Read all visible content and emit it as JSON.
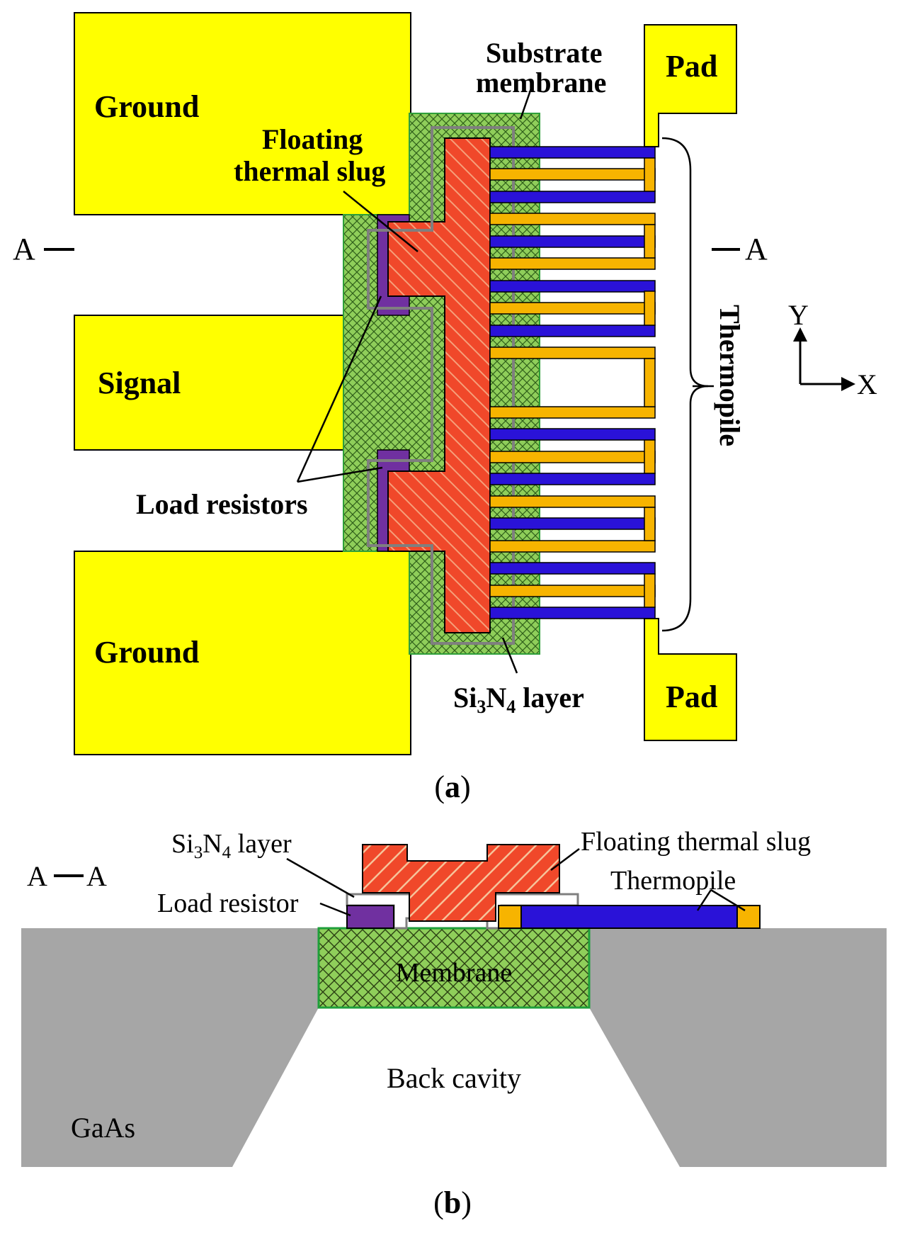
{
  "colors": {
    "pad_yellow": "#ffff00",
    "membrane_green": "#8fce5a",
    "slug_red": "#f0482a",
    "thermo_blue": "#2a12d8",
    "thermo_orange": "#f7b400",
    "resistor_purple": "#7030a0",
    "gaas_gray": "#a6a6a6",
    "si3n4_gray": "#808080"
  },
  "panel_a": {
    "label_open": "(",
    "label_letter": "a",
    "label_close": ")",
    "ground_top": "Ground",
    "signal": "Signal",
    "ground_bottom": "Ground",
    "pad_top": "Pad",
    "pad_bottom": "Pad",
    "substrate_line1": "Substrate",
    "substrate_line2": "membrane",
    "slug_line1": "Floating",
    "slug_line2": "thermal slug",
    "load_resistors": "Load resistors",
    "si3n4_si": "Si",
    "si3n4_sub3": "3",
    "si3n4_n": "N",
    "si3n4_sub4": "4",
    "si3n4_rest": " layer",
    "thermopile": "Thermopile",
    "section_left": "A",
    "section_right": "A",
    "axis_y": "Y",
    "axis_x": "X"
  },
  "panel_b": {
    "label_open": "(",
    "label_letter": "b",
    "label_close": ")",
    "section_title_left": "A",
    "section_title_right": "A",
    "si3n4_si": "Si",
    "si3n4_sub3": "3",
    "si3n4_n": "N",
    "si3n4_sub4": "4",
    "si3n4_rest": " layer",
    "load_resistor": "Load resistor",
    "floating_slug": "Floating thermal slug",
    "thermopile": "Thermopile",
    "membrane": "Membrane",
    "back_cavity": "Back cavity",
    "gaas": "GaAs"
  }
}
